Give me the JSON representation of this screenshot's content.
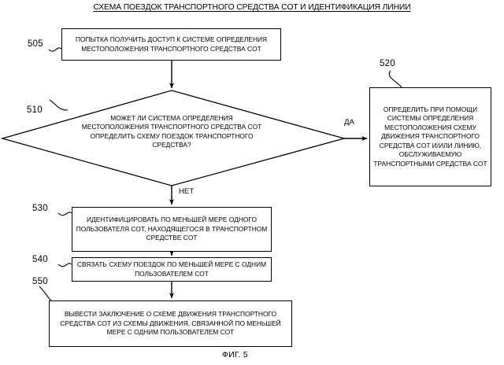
{
  "figure": {
    "title_line1": "СХЕМА ПОЕЗДОК ТРАНСПОРТНОГО СРЕДСТВА COT И ИДЕНТИФИКАЦИЯ",
    "title_line2": "ЛИНИИ",
    "caption": "ФИГ. 5"
  },
  "nodes": {
    "n505": {
      "ref": "505",
      "shape": "process",
      "text": "ПОПЫТКА ПОЛУЧИТЬ ДОСТУП К СИСТЕМЕ ОПРЕДЕЛЕНИЯ МЕСТОПОЛОЖЕНИЯ ТРАНСПОРТНОГО СРЕДСТВА COT"
    },
    "n510": {
      "ref": "510",
      "shape": "decision",
      "text": "МОЖЕТ ЛИ СИСТЕМА ОПРЕДЕЛЕНИЯ МЕСТОПОЛОЖЕНИЯ ТРАНСПОРТНОГО СРЕДСТВА COT ОПРЕДЕЛИТЬ СХЕМУ ПОЕЗДОК ТРАНСПОРТНОГО СРЕДСТВА?"
    },
    "n520": {
      "ref": "520",
      "shape": "process",
      "text": "ОПРЕДЕЛИТЬ ПРИ ПОМОЩИ СИСТЕМЫ ОПРЕДЕЛЕНИЯ МЕСТОПОЛОЖЕНИЯ СХЕМУ ДВИЖЕНИЯ ТРАНСПОРТНОГО СРЕДСТВА COT И/ИЛИ ЛИНИЮ, ОБСЛУЖИВАЕМУЮ ТРАНСПОРТНЫМИ СРЕДСТВА COT"
    },
    "n530": {
      "ref": "530",
      "shape": "process",
      "text": "ИДЕНТИФИЦИРОВАТЬ ПО МЕНЬШЕЙ МЕРЕ ОДНОГО ПОЛЬЗОВАТЕЛЯ COT, НАХОДЯЩЕГОСЯ В ТРАНСПОРТНОМ СРЕДСТВЕ COT"
    },
    "n540": {
      "ref": "540",
      "shape": "process",
      "text": "СВЯЗАТЬ СХЕМУ ПОЕЗДОК ПО МЕНЬШЕЙ МЕРЕ С ОДНИМ ПОЛЬЗОВАТЕЛЕМ COT"
    },
    "n550": {
      "ref": "550",
      "shape": "process",
      "text": "ВЫВЕСТИ ЗАКЛЮЧЕНИЕ О СХЕМЕ ДВИЖЕНИЯ ТРАНСПОРТНОГО СРЕДСТВА COT ИЗ СХЕМЫ ДВИЖЕНИЯ, СВЯЗАННОЙ ПО МЕНЬШЕЙ МЕРЕ С ОДНИМ ПОЛЬЗОВАТЕЛЕМ COT"
    }
  },
  "edges": {
    "yes_label": "ДА",
    "no_label": "НЕТ"
  },
  "colors": {
    "stroke": "#000000",
    "background": "#ffffff"
  }
}
